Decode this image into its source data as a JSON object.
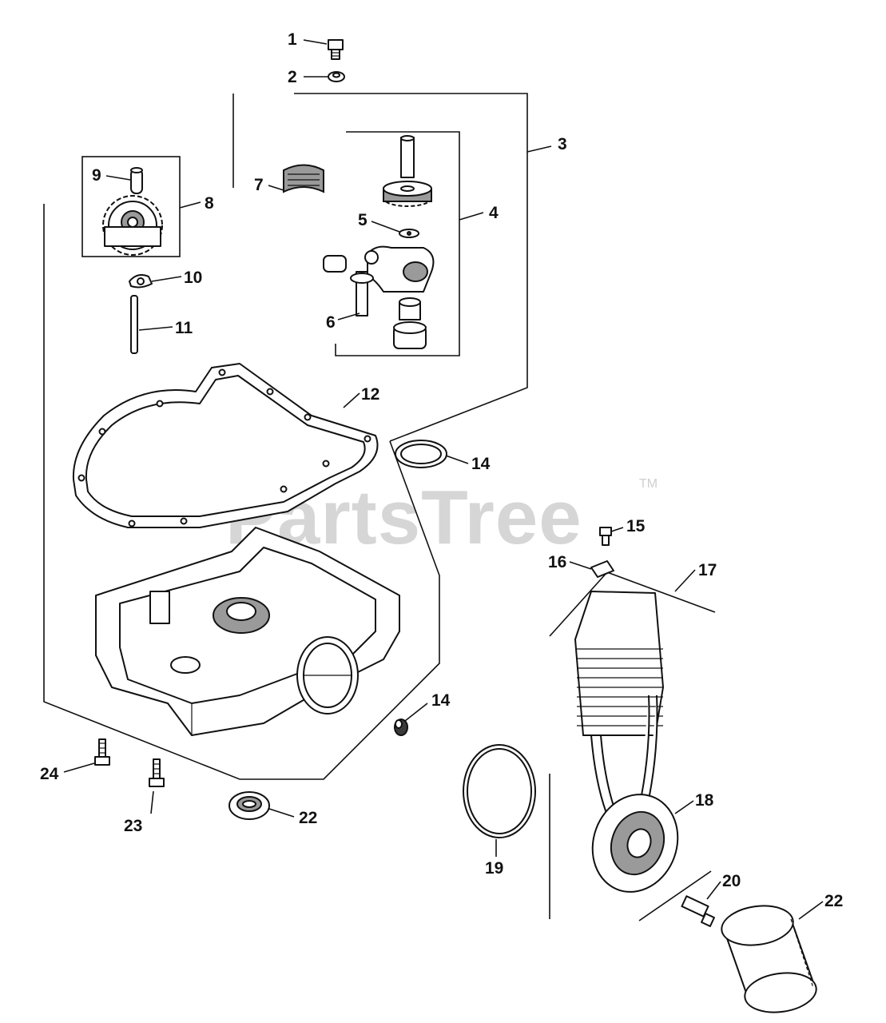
{
  "watermark": {
    "text": "PartsTree",
    "tm": "TM"
  },
  "callouts": [
    {
      "id": "1",
      "label": "1"
    },
    {
      "id": "2",
      "label": "2"
    },
    {
      "id": "3",
      "label": "3"
    },
    {
      "id": "4",
      "label": "4"
    },
    {
      "id": "5",
      "label": "5"
    },
    {
      "id": "6",
      "label": "6"
    },
    {
      "id": "7",
      "label": "7"
    },
    {
      "id": "8",
      "label": "8"
    },
    {
      "id": "9",
      "label": "9"
    },
    {
      "id": "10",
      "label": "10"
    },
    {
      "id": "11",
      "label": "11"
    },
    {
      "id": "12",
      "label": "12"
    },
    {
      "id": "14a",
      "label": "14"
    },
    {
      "id": "14b",
      "label": "14"
    },
    {
      "id": "15",
      "label": "15"
    },
    {
      "id": "16",
      "label": "16"
    },
    {
      "id": "17",
      "label": "17"
    },
    {
      "id": "18",
      "label": "18"
    },
    {
      "id": "19",
      "label": "19"
    },
    {
      "id": "20",
      "label": "20"
    },
    {
      "id": "22a",
      "label": "22"
    },
    {
      "id": "22b",
      "label": "22"
    },
    {
      "id": "23",
      "label": "23"
    },
    {
      "id": "24",
      "label": "24"
    }
  ],
  "colors": {
    "line": "#111111",
    "watermark": "#d6d6d6",
    "background": "#ffffff"
  }
}
